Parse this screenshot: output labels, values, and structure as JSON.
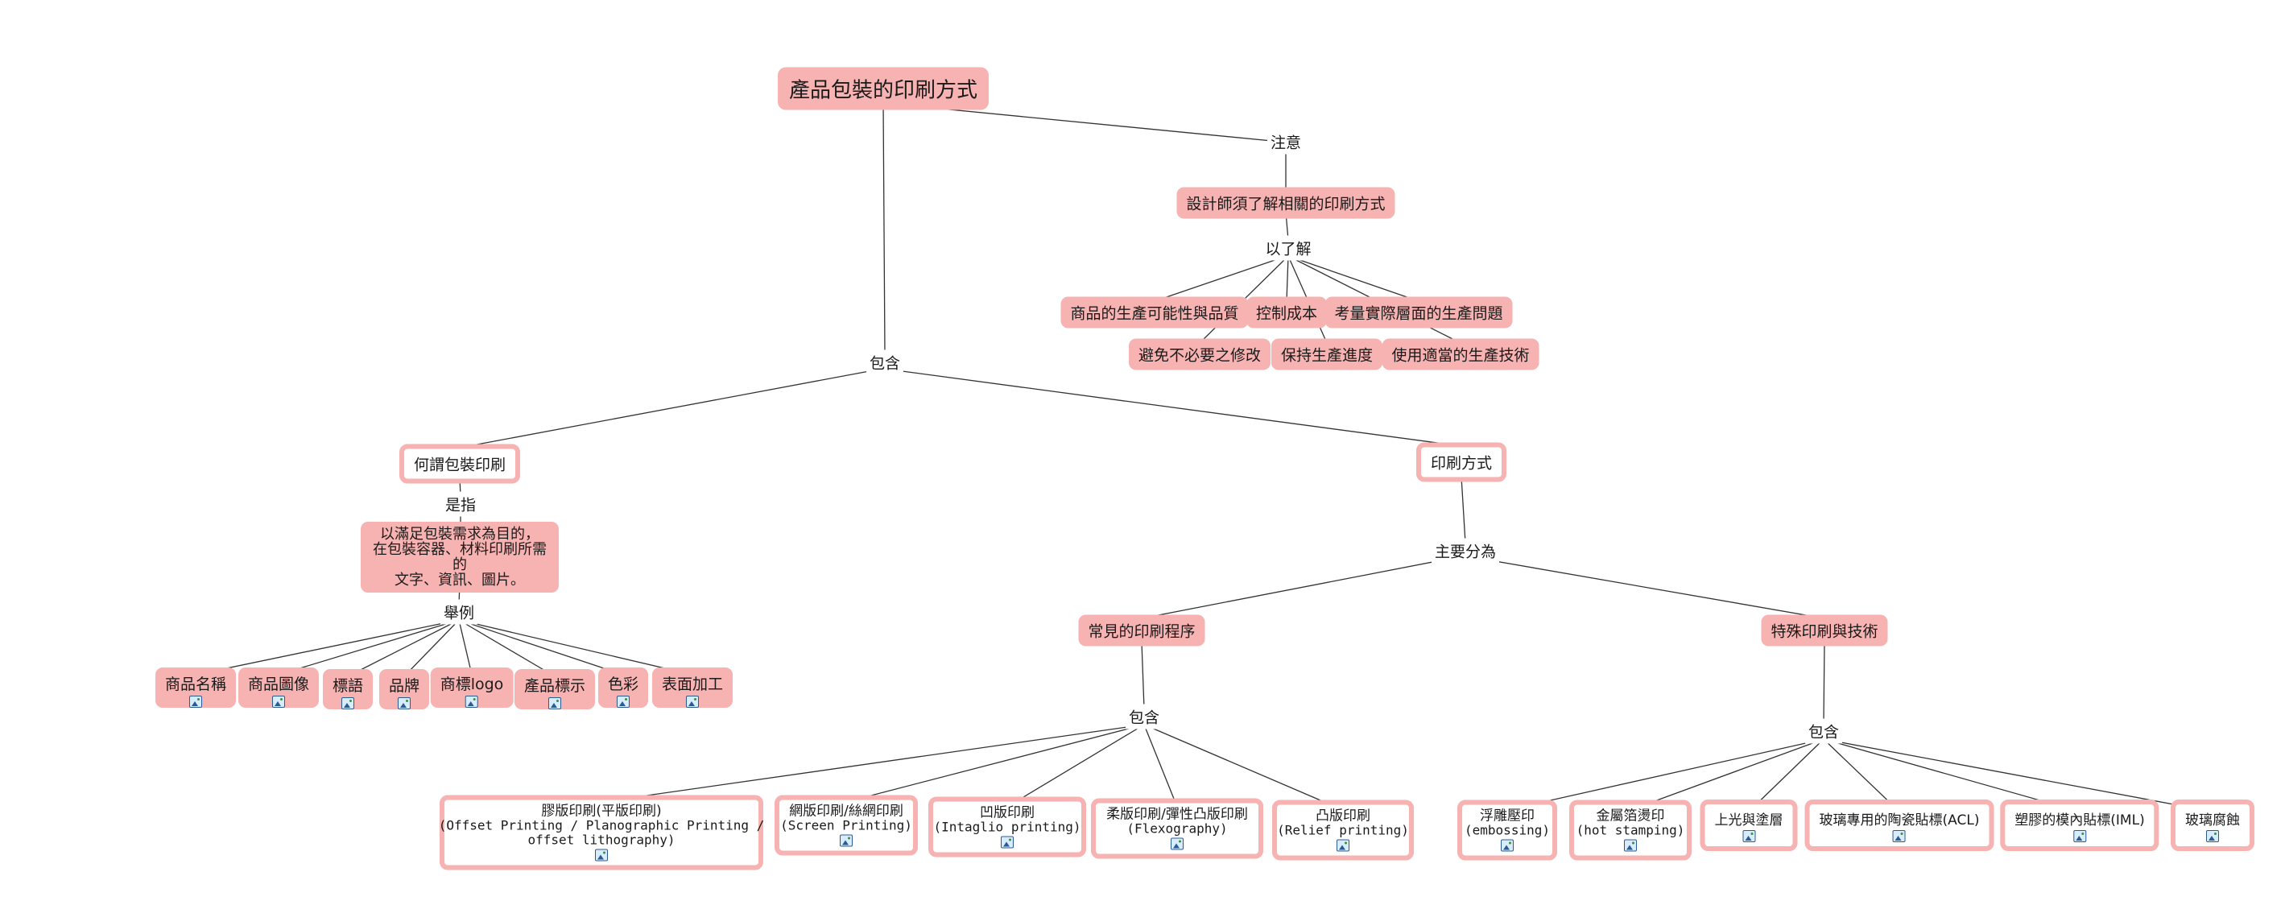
{
  "nodes": {
    "root": "產品包裝的印刷方式",
    "note": "注意",
    "designer": "設計師須了解相關的印刷方式",
    "understand": "以了解",
    "u1": "商品的生產可能性與品質",
    "u2": "控制成本",
    "u3": "考量實際層面的生產問題",
    "u4": "避免不必要之修改",
    "u5": "保持生產進度",
    "u6": "使用適當的生產技術",
    "includes": "包含",
    "what": "何謂包裝印刷",
    "means": "是指",
    "definition_l1": "以滿足包裝需求為目的，",
    "definition_l2": "在包裝容器、材料印刷所需的",
    "definition_l3": "文字、資訊、圖片。",
    "example": "舉例",
    "e1": "商品名稱",
    "e2": "商品圖像",
    "e3": "標語",
    "e4": "品牌",
    "e5": "商標logo",
    "e6": "產品標示",
    "e7": "色彩",
    "e8": "表面加工",
    "methods": "印刷方式",
    "divided": "主要分為",
    "common": "常見的印刷程序",
    "special": "特殊印刷與技術",
    "common_includes": "包含",
    "special_includes": "包含",
    "c1_l1": "膠版印刷(平版印刷)",
    "c1_l2": "(Offset Printing / Planographic Printing /",
    "c1_l3": "offset lithography)",
    "c2_l1": "網版印刷/絲網印刷",
    "c2_l2": "(Screen Printing)",
    "c3_l1": "凹版印刷",
    "c3_l2": "(Intaglio printing)",
    "c4_l1": "柔版印刷/彈性凸版印刷",
    "c4_l2": "(Flexography)",
    "c5_l1": "凸版印刷",
    "c5_l2": "(Relief printing)",
    "s1_l1": "浮雕壓印",
    "s1_l2": "(embossing)",
    "s2_l1": "金屬箔燙印",
    "s2_l2": "(hot stamping)",
    "s3": "上光與塗層",
    "s4": "玻璃專用的陶瓷貼標(ACL)",
    "s5": "塑膠的模內貼標(IML)",
    "s6": "玻璃腐蝕"
  },
  "icons": {
    "image_attachment": "image-icon"
  },
  "colors": {
    "node_fill": "#f7b2b2",
    "line": "#333333",
    "background": "#ffffff"
  }
}
